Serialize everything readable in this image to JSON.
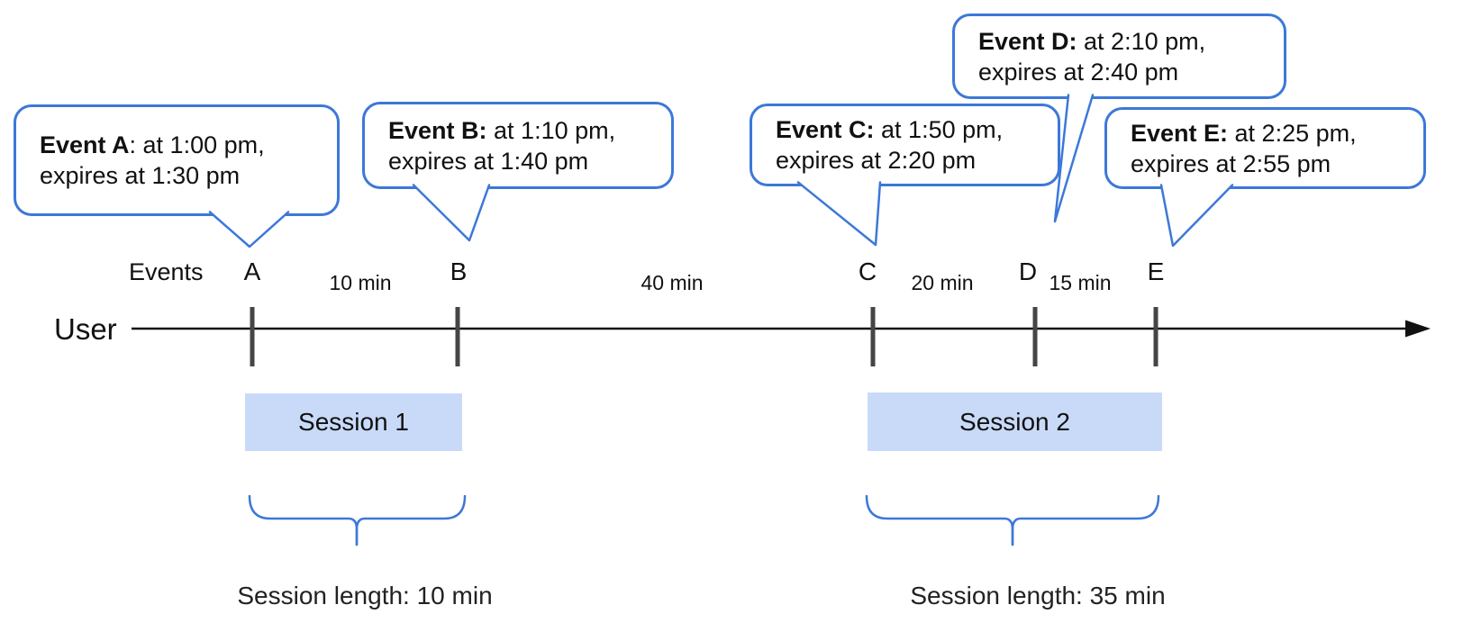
{
  "axis": {
    "events_label": "Events",
    "user_label": "User"
  },
  "bubbles": [
    {
      "bold": "Event A",
      "rest": ": at 1:00 pm,",
      "line2": "expires at 1:30 pm"
    },
    {
      "bold": "Event B:",
      "rest": " at 1:10 pm,",
      "line2": "expires at 1:40 pm"
    },
    {
      "bold": "Event C:",
      "rest": " at 1:50 pm,",
      "line2": "expires at 2:20 pm"
    },
    {
      "bold": "Event D:",
      "rest": " at 2:10 pm,",
      "line2": "expires at 2:40 pm"
    },
    {
      "bold": "Event E:",
      "rest": " at 2:25 pm,",
      "line2": "expires at 2:55 pm"
    }
  ],
  "marks": [
    "A",
    "B",
    "C",
    "D",
    "E"
  ],
  "intervals": [
    "10 min",
    "40 min",
    "20 min",
    "15 min"
  ],
  "sessions": [
    {
      "label": "Session 1",
      "length_label": "Session length: 10 min"
    },
    {
      "label": "Session 2",
      "length_label": "Session length: 35 min"
    }
  ],
  "colors": {
    "bubble_border": "#3c78d8",
    "brace": "#3c78d8",
    "session_fill": "#c9daf8",
    "tick": "#454545",
    "axis_line": "#111111",
    "text": "#111111"
  }
}
